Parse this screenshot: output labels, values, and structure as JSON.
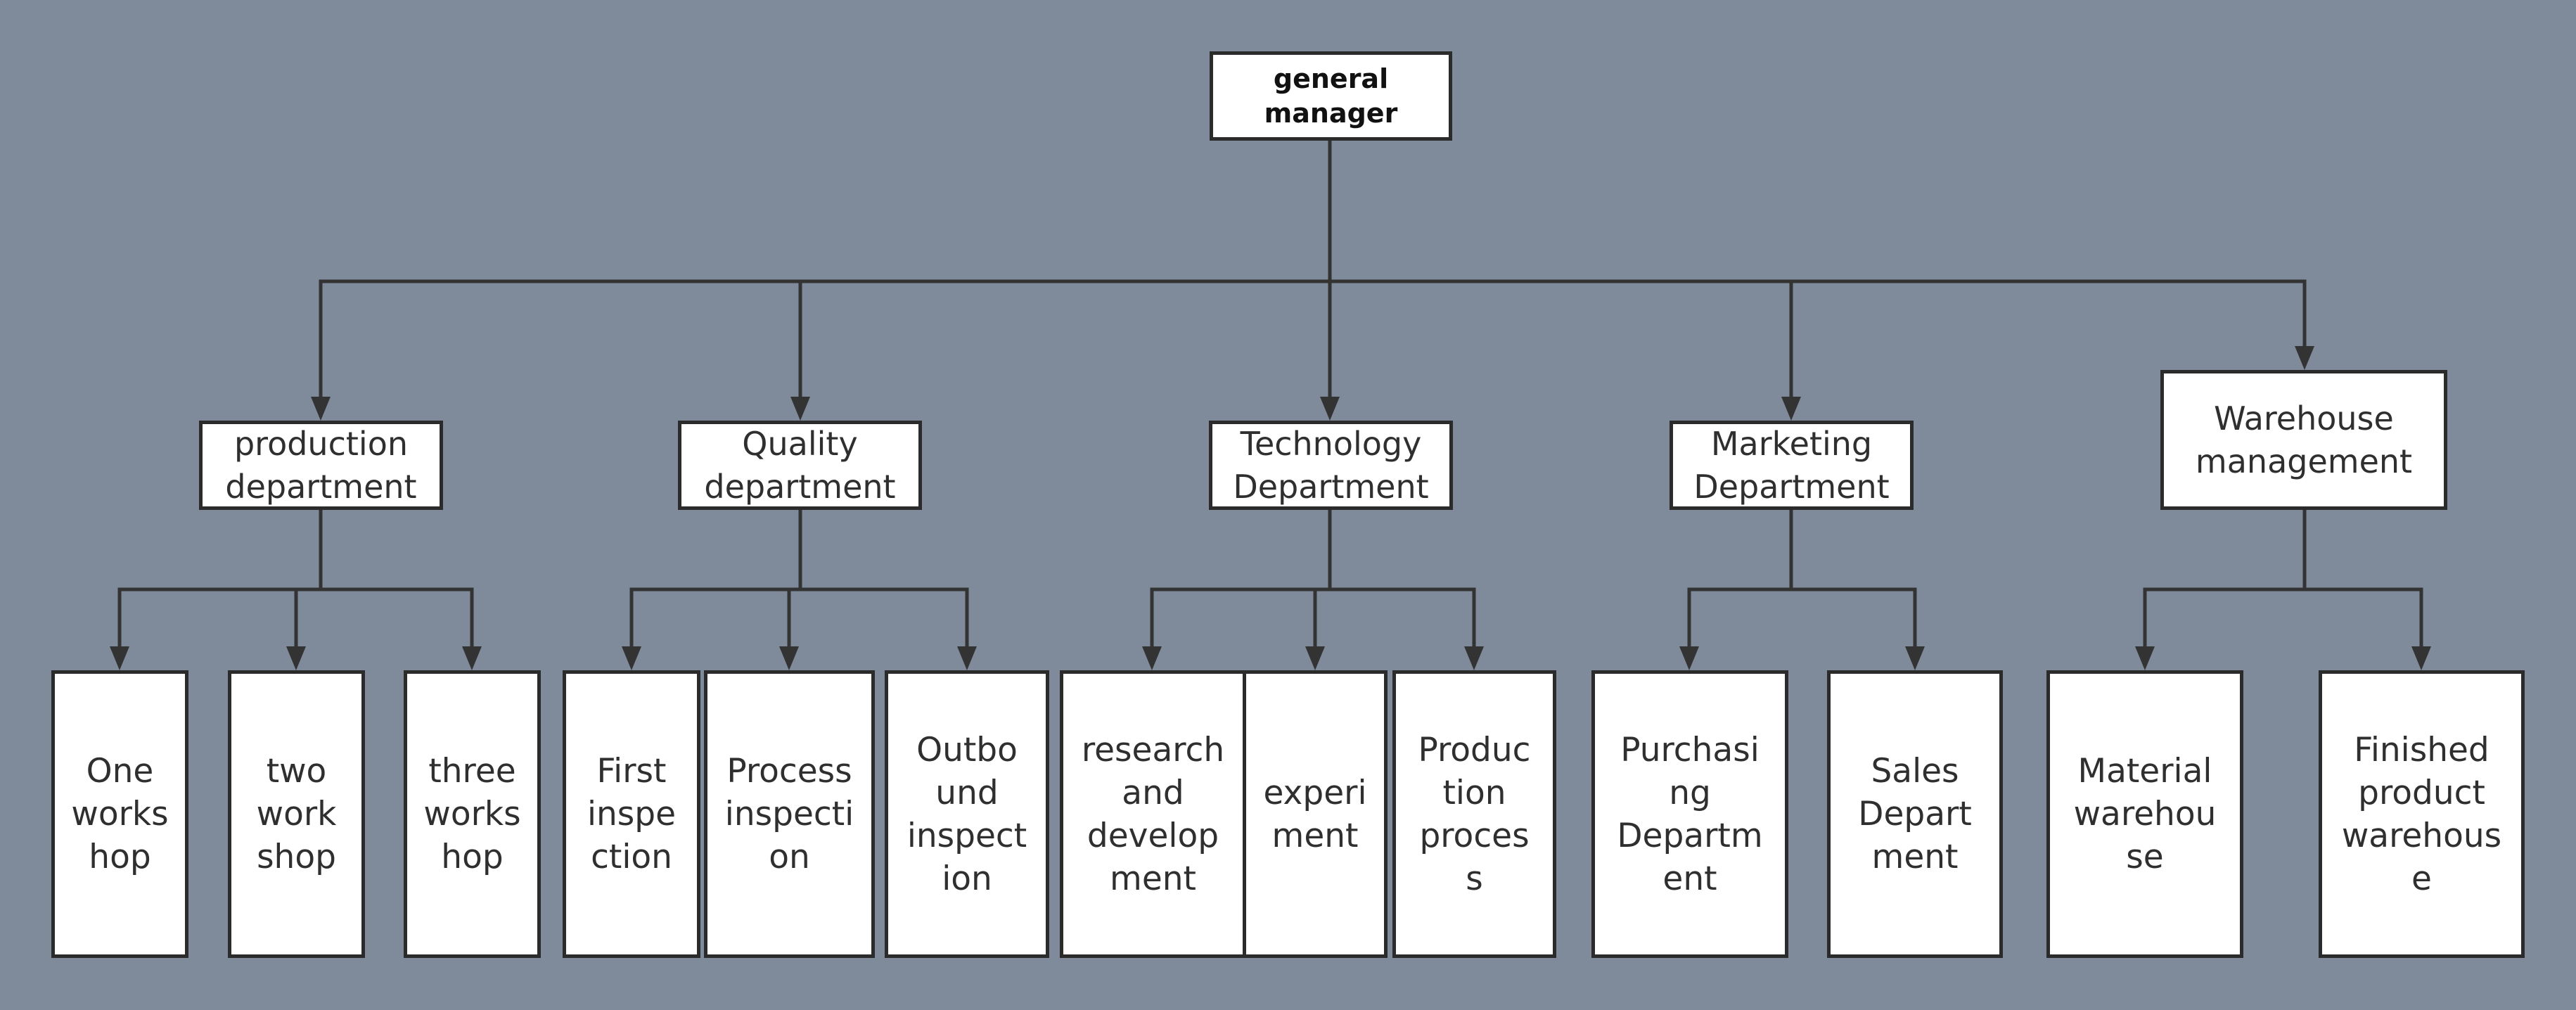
{
  "colors": {
    "background": "#7f8b9a",
    "node_fill": "#ffffff",
    "border": "#2b2b2b",
    "connector": "#333333"
  },
  "root": {
    "label": "general\nmanager"
  },
  "departments": [
    {
      "label": "production\ndepartment",
      "children": [
        "One\nworks\nhop",
        "two\nwork\nshop",
        "three\nworks\nhop"
      ]
    },
    {
      "label": "Quality\ndepartment",
      "children": [
        "First\ninspe\nction",
        "Process\ninspecti\non",
        "Outbo\nund\ninspect\nion"
      ]
    },
    {
      "label": "Technology\nDepartment",
      "children": [
        "research\nand\ndevelop\nment",
        "experi\nment",
        "Produc\ntion\nproces\ns"
      ]
    },
    {
      "label": "Marketing\nDepartment",
      "children": [
        "Purchasi\nng\nDepartm\nent",
        "Sales\nDepart\nment"
      ]
    },
    {
      "label": "Warehouse\nmanagement",
      "children": [
        "Material\nwarehou\nse",
        "Finished\nproduct\nwarehous\ne"
      ]
    }
  ]
}
